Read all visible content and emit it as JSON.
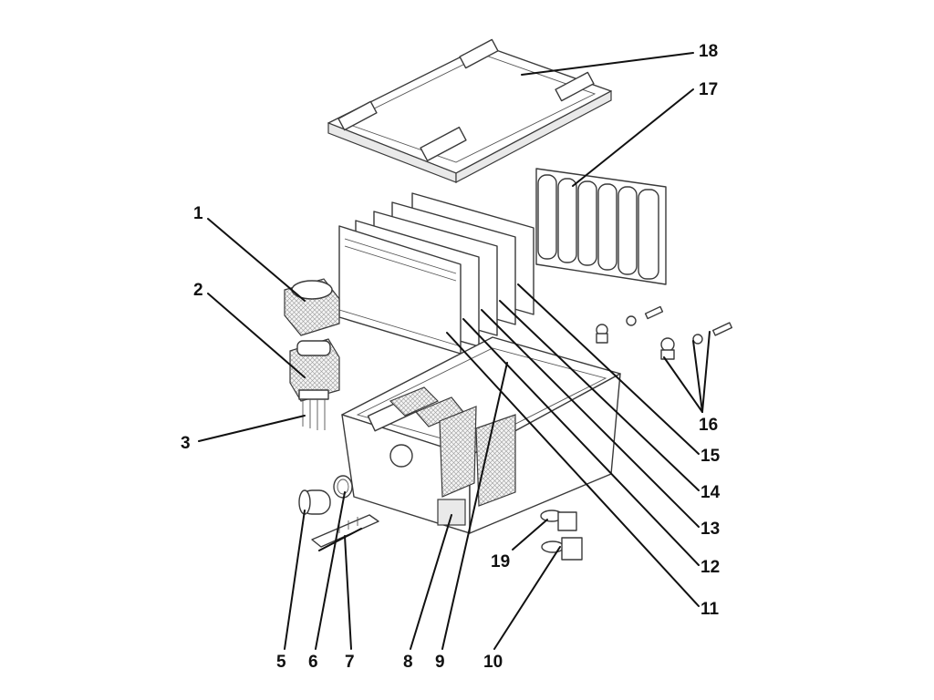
{
  "diagram": {
    "callouts": [
      {
        "id": "1",
        "label": "1"
      },
      {
        "id": "2",
        "label": "2"
      },
      {
        "id": "3",
        "label": "3"
      },
      {
        "id": "5",
        "label": "5"
      },
      {
        "id": "6",
        "label": "6"
      },
      {
        "id": "7",
        "label": "7"
      },
      {
        "id": "8",
        "label": "8"
      },
      {
        "id": "9",
        "label": "9"
      },
      {
        "id": "10",
        "label": "10"
      },
      {
        "id": "11",
        "label": "11"
      },
      {
        "id": "12",
        "label": "12"
      },
      {
        "id": "13",
        "label": "13"
      },
      {
        "id": "14",
        "label": "14"
      },
      {
        "id": "15",
        "label": "15"
      },
      {
        "id": "16",
        "label": "16"
      },
      {
        "id": "17",
        "label": "17"
      },
      {
        "id": "18",
        "label": "18"
      },
      {
        "id": "19",
        "label": "19"
      }
    ]
  }
}
